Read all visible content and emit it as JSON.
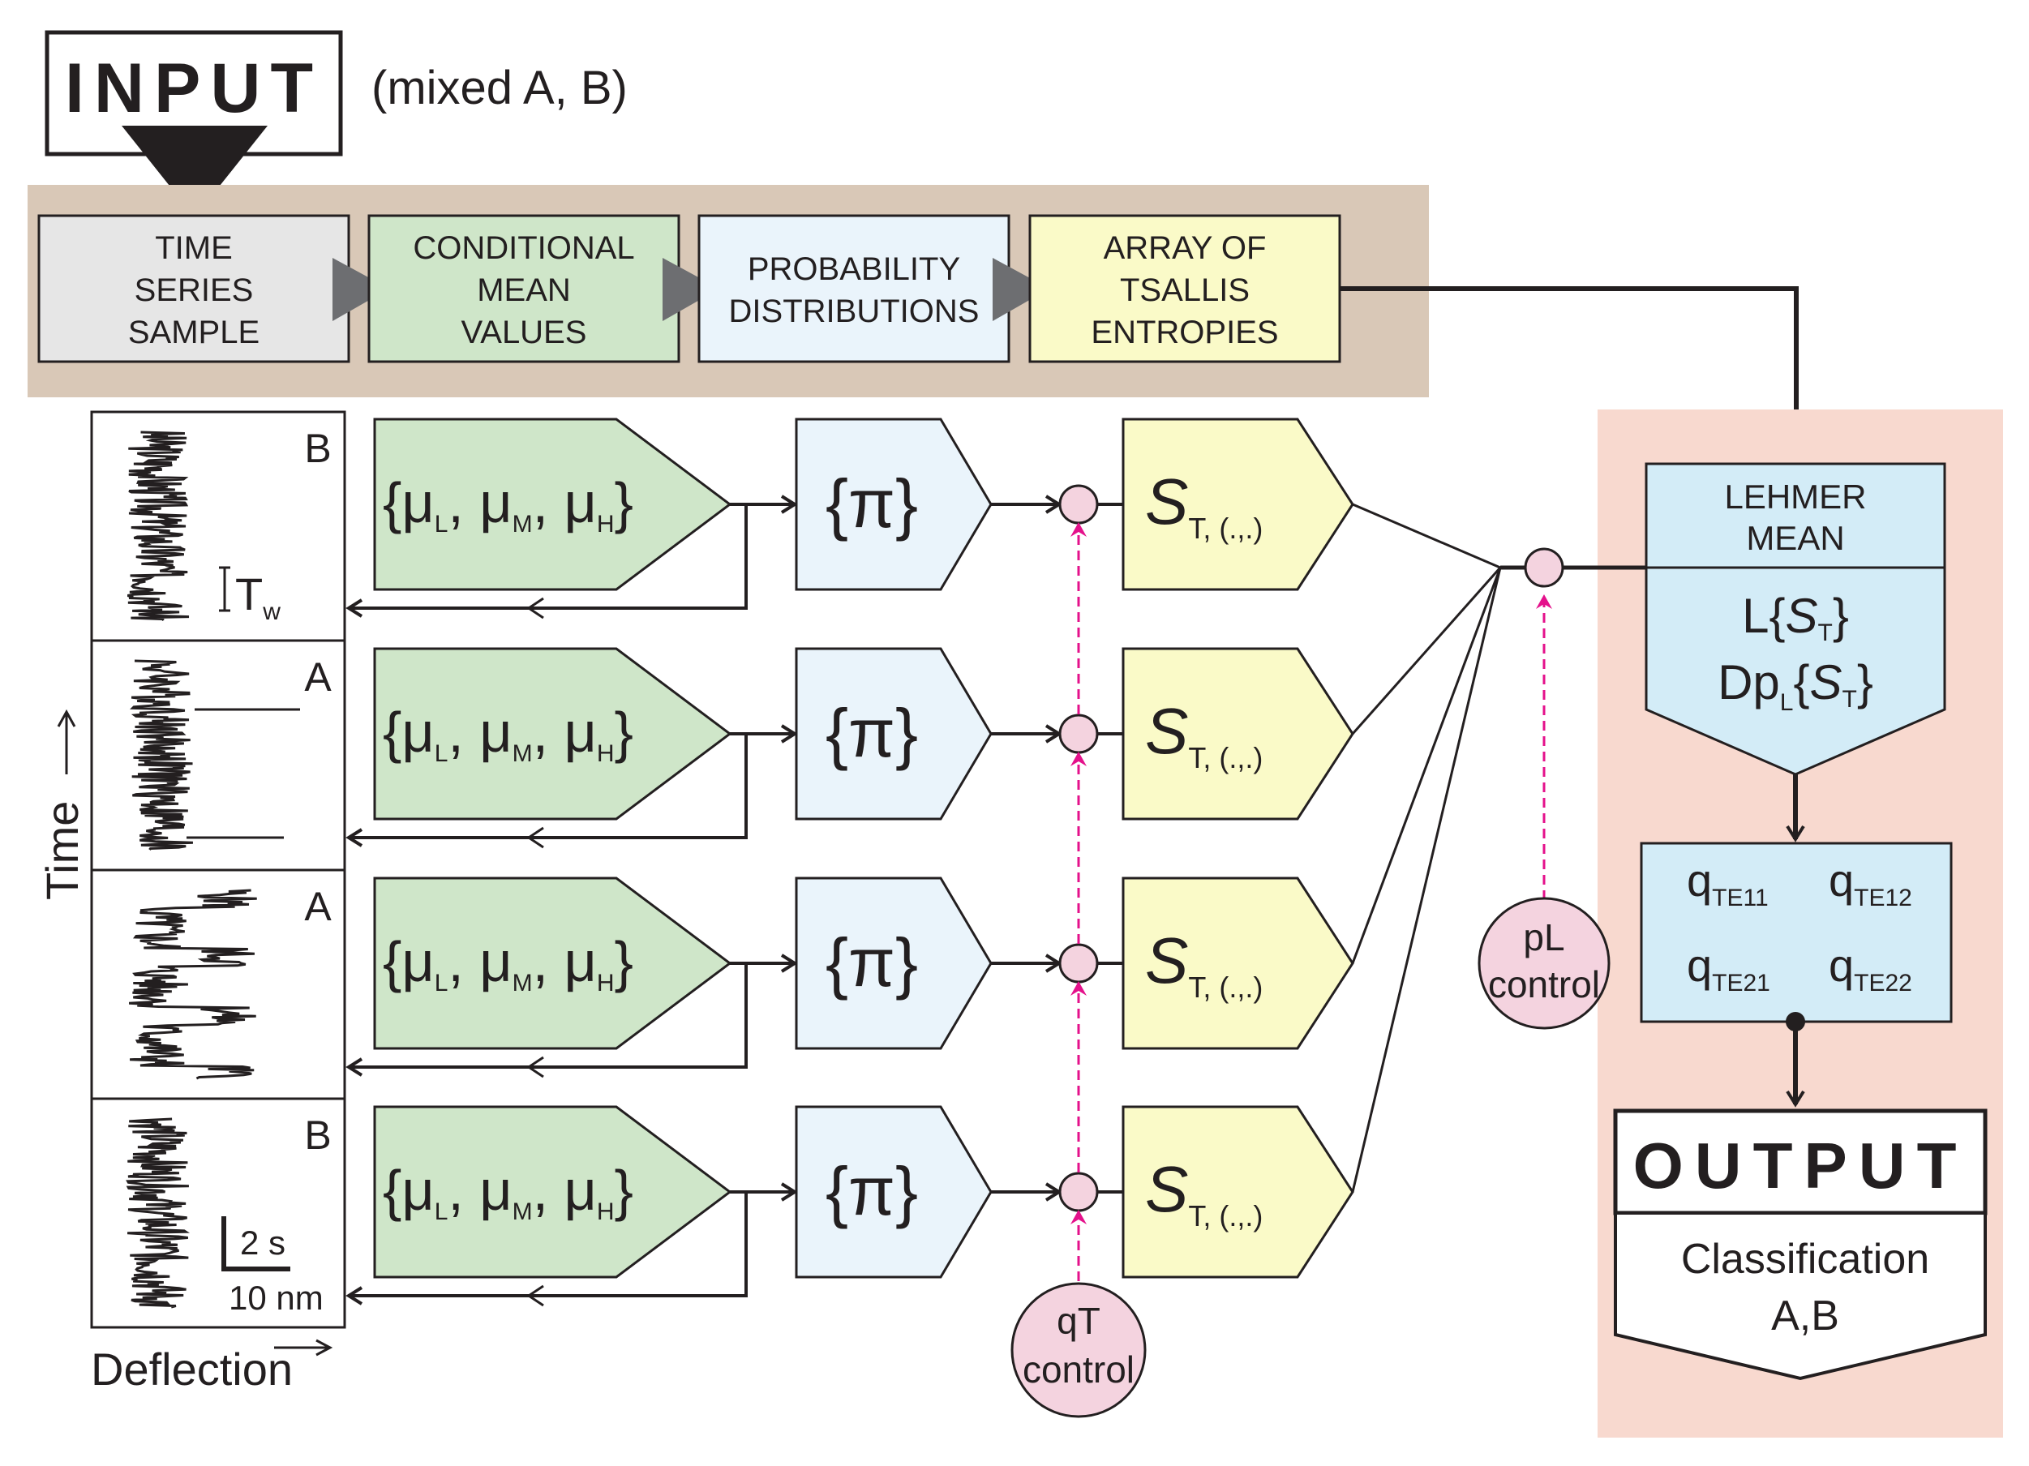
{
  "input": {
    "title": "INPUT",
    "note": "(mixed A, B)"
  },
  "pipeline": [
    {
      "lines": [
        "TIME",
        "SERIES",
        "SAMPLE"
      ],
      "color": "#e6e6e6"
    },
    {
      "lines": [
        "CONDITIONAL",
        "MEAN",
        "VALUES"
      ],
      "color": "#cfe6c9"
    },
    {
      "lines": [
        "PROBABILITY",
        "DISTRIBUTIONS"
      ],
      "color": "#eaf4fb"
    },
    {
      "lines": [
        "ARRAY OF",
        "TSALLIS",
        "ENTROPIES"
      ],
      "color": "#fafac8"
    }
  ],
  "colors": {
    "pipeline_band": "#d9c8b7",
    "right_panel": "#f8d9cf",
    "mean_fill": "#cfe6c9",
    "pi_fill": "#eaf4fb",
    "entropy_fill": "#fafac8",
    "lehmer_fill": "#d3ecf7",
    "node_fill": "#f4d3df",
    "control_arrow": "#e4118b",
    "line": "#231f20"
  },
  "rows": [
    {
      "label": "B"
    },
    {
      "label": "A"
    },
    {
      "label": "A"
    },
    {
      "label": "B"
    }
  ],
  "row_labels": {
    "mean": "{μL, μM, μH}",
    "pi": "{π}",
    "entropy": "ST, (.,.)"
  },
  "annotations": {
    "window": "Tw",
    "scale_time": "2 s",
    "scale_defl": "10 nm",
    "time_axis": "Time",
    "defl_axis": "Deflection"
  },
  "controls": {
    "q": [
      "qT",
      "control"
    ],
    "p": [
      "pL",
      "control"
    ]
  },
  "lehmer": {
    "title": [
      "LEHMER",
      "MEAN"
    ],
    "l_line": "L{ST}",
    "d_line": "DpL{ST}"
  },
  "q_matrix": [
    "qTE11",
    "qTE12",
    "qTE21",
    "qTE22"
  ],
  "output": {
    "title": "OUTPUT",
    "lines": [
      "Classification",
      "A,B"
    ]
  }
}
